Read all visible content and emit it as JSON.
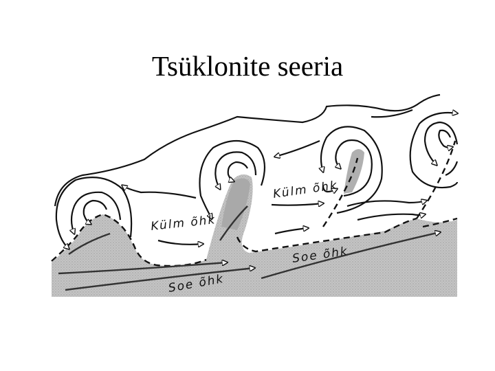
{
  "slide": {
    "title": "Tsüklonite seeria"
  },
  "diagram": {
    "labels": {
      "cold_air_1": "Külm õhk",
      "cold_air_2": "Külm õhk",
      "warm_air_1": "Soe õhk",
      "warm_air_2": "Soe õhk"
    },
    "colors": {
      "warm_sector": "#bdbdbd",
      "lines": "#111111"
    }
  }
}
